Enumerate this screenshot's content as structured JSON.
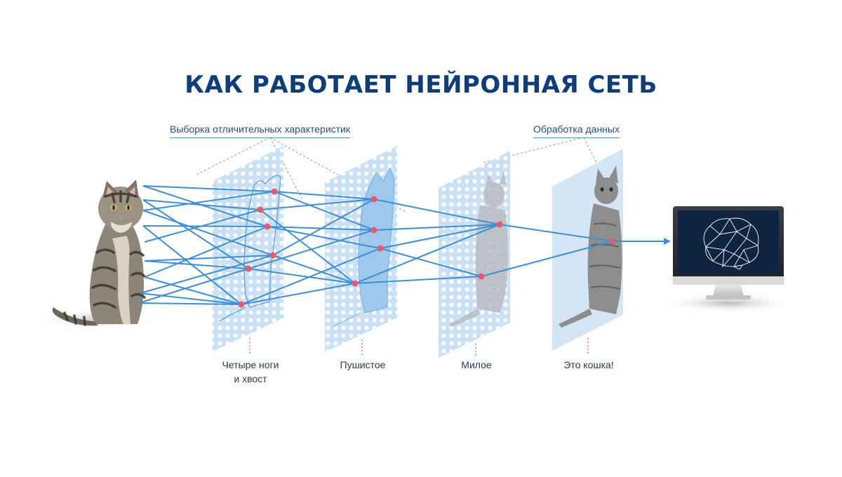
{
  "title": "КАК РАБОТАЕТ НЕЙРОННАЯ СЕТЬ",
  "annotations": {
    "feature_extraction": "Выборка отличительных характеристик",
    "data_processing": "Обработка данных"
  },
  "layers": [
    {
      "label_line1": "Четыре ноги",
      "label_line2": "и хвост"
    },
    {
      "label_line1": "Пушистое",
      "label_line2": ""
    },
    {
      "label_line1": "Милое",
      "label_line2": ""
    },
    {
      "label_line1": "Это кошка!",
      "label_line2": ""
    }
  ],
  "colors": {
    "title": "#0e3d7a",
    "connection": "#3d8ed4",
    "node": "#e65a6e",
    "panel": "#c9e0f5",
    "monitor_screen": "#0f2440"
  },
  "icons": {
    "input": "cat-photo",
    "output": "monitor-brain-icon"
  }
}
